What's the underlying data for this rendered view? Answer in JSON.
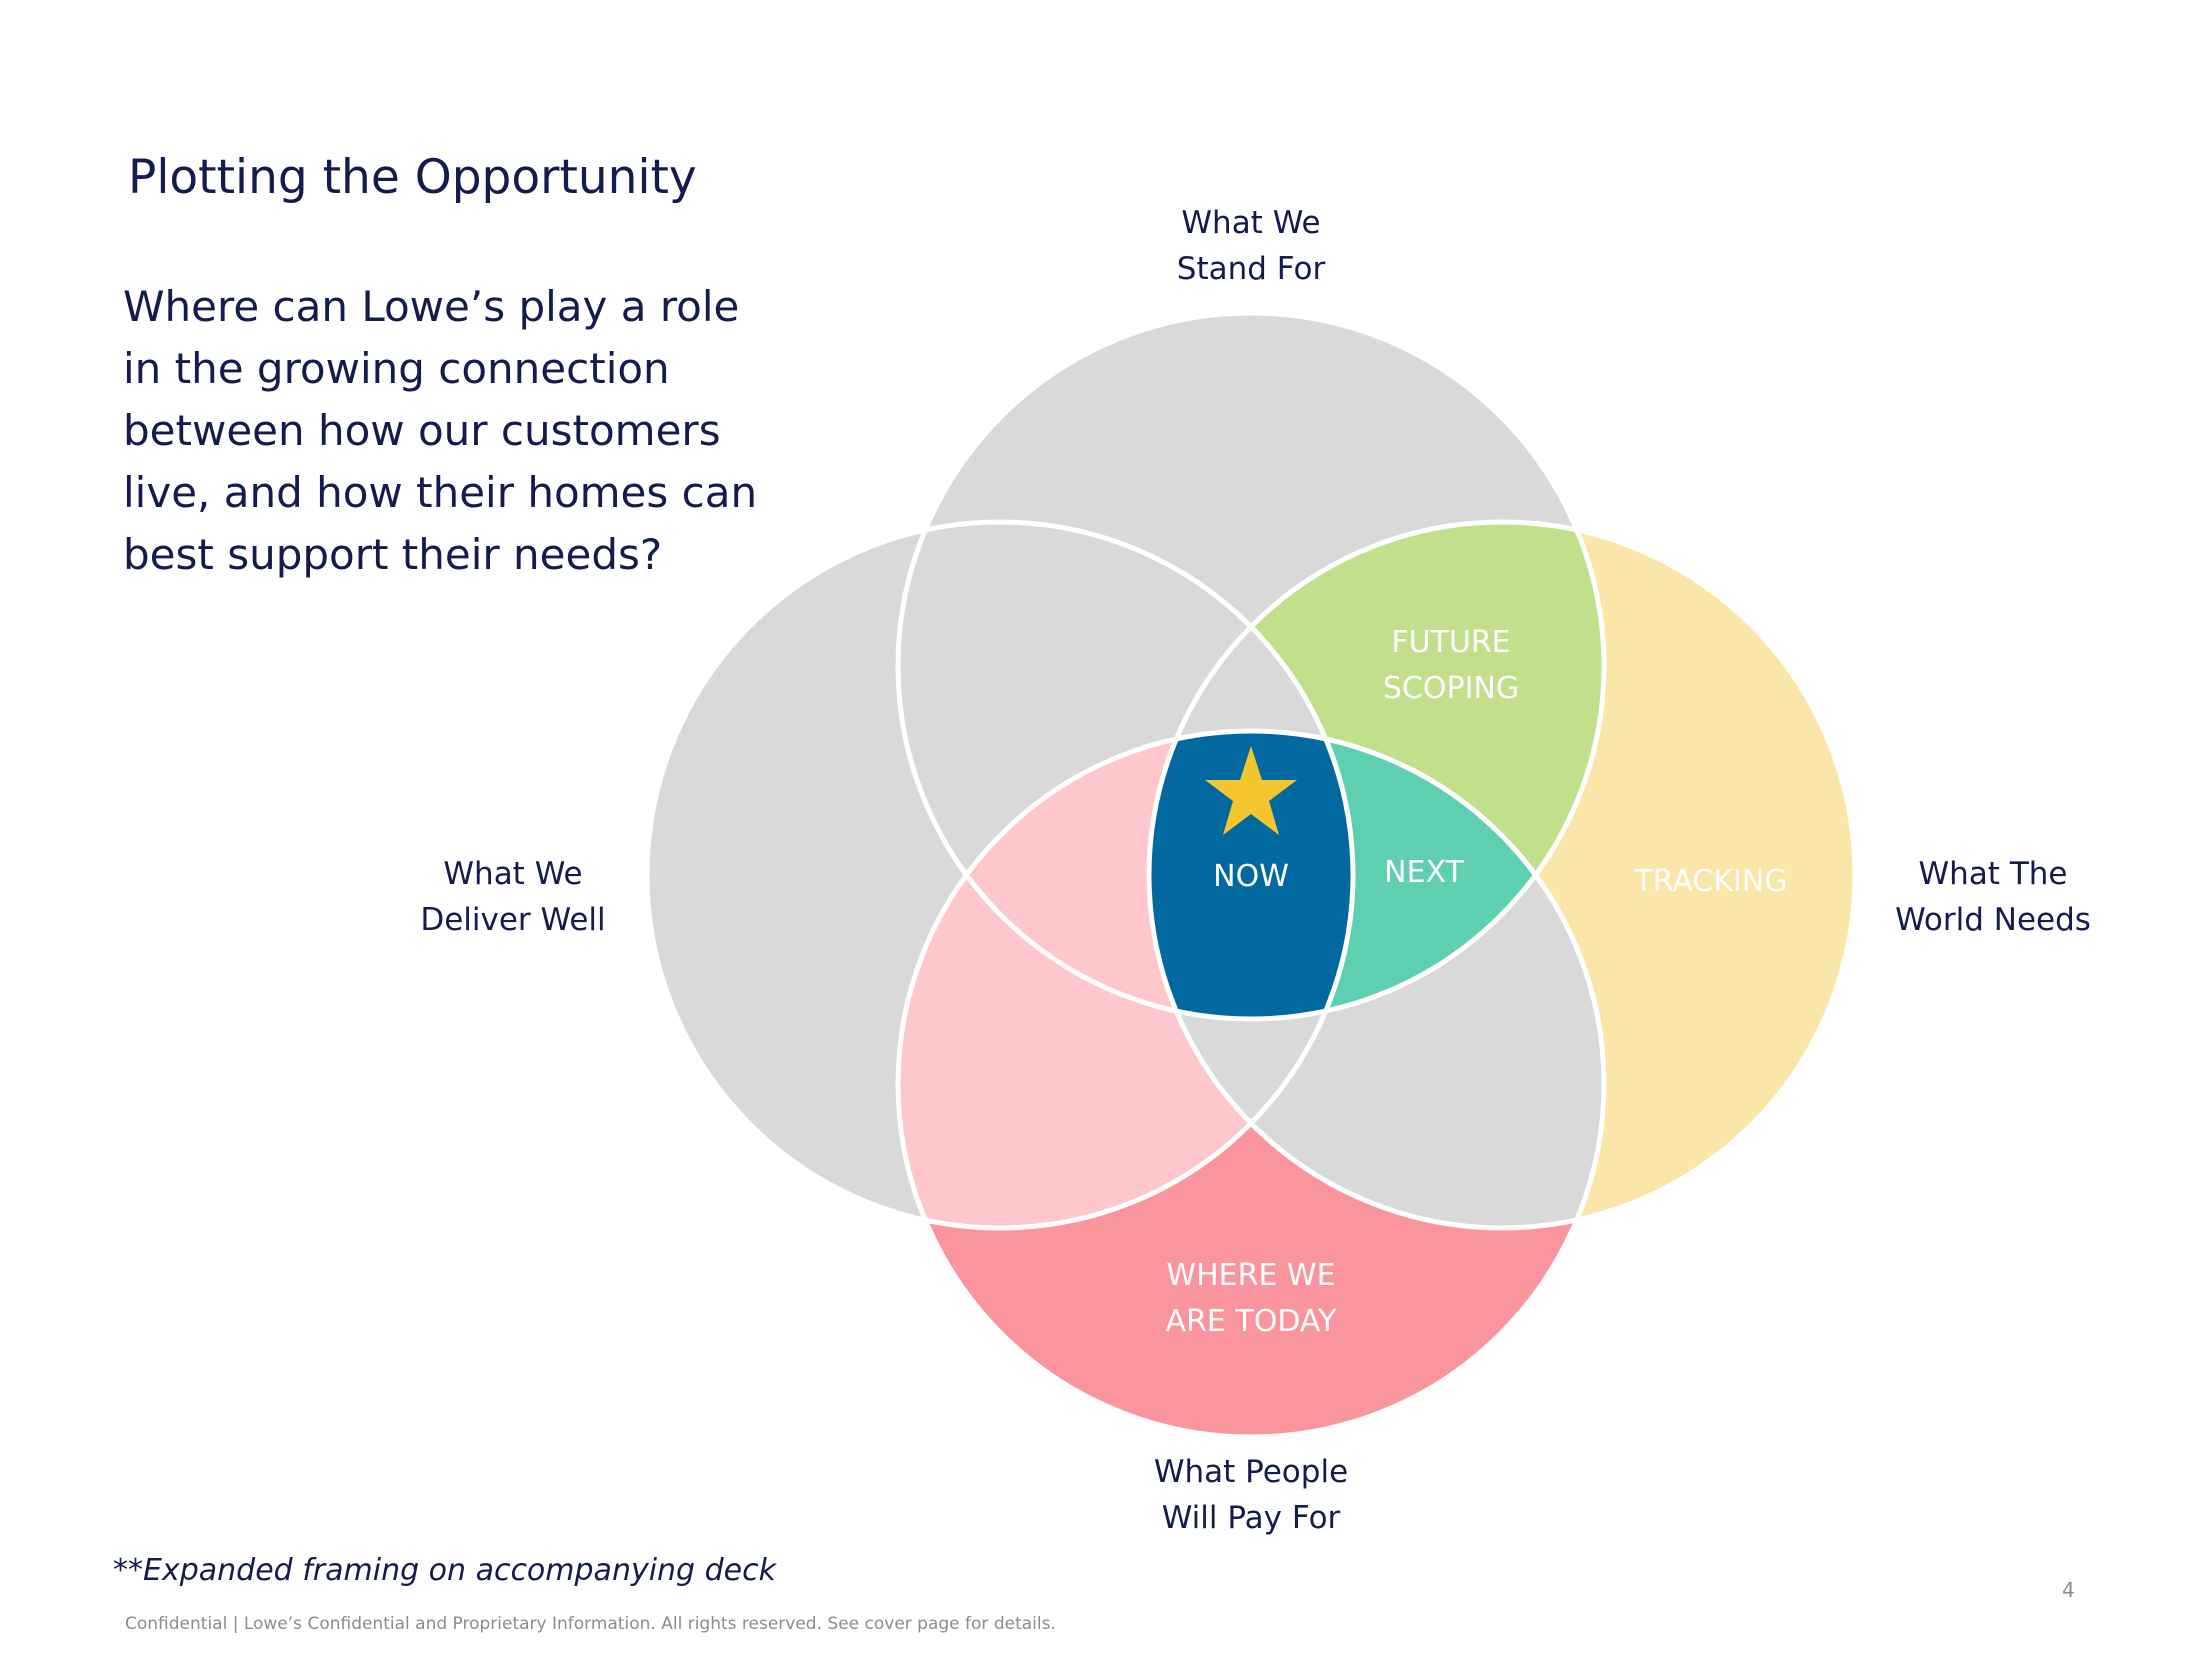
{
  "title": "Plotting the Opportunity",
  "question": "Where can Lowe’s play a role in the growing connection between how our customers live, and how their homes can best support their needs?",
  "labels": {
    "top": [
      "What We",
      "Stand For"
    ],
    "left": [
      "What We",
      "Deliver Well"
    ],
    "right": [
      "What The",
      "World Needs"
    ],
    "bottom": [
      "What People",
      "Will Pay For"
    ]
  },
  "regions": {
    "now": "NOW",
    "next": "NEXT",
    "future": [
      "FUTURE",
      "SCOPING"
    ],
    "tracking": "TRACKING",
    "today": [
      "WHERE WE",
      "ARE TODAY"
    ]
  },
  "footnote": "**Expanded framing on accompanying deck",
  "footer": "Confidential | Lowe’s Confidential and Proprietary Information. All rights reserved. See cover page for details.",
  "page_number": "4",
  "colors": {
    "circle_gray": "#d9d9d9",
    "now_blue": "#01699f",
    "next_teal": "#5ecfb1",
    "future_green": "#c2e08c",
    "tracking_yellow": "#fae6a8",
    "today_pink": "#fa959e",
    "light_pink": "#fdc7cc",
    "star_gold": "#f4c52c",
    "text_navy": "#141b4d"
  }
}
